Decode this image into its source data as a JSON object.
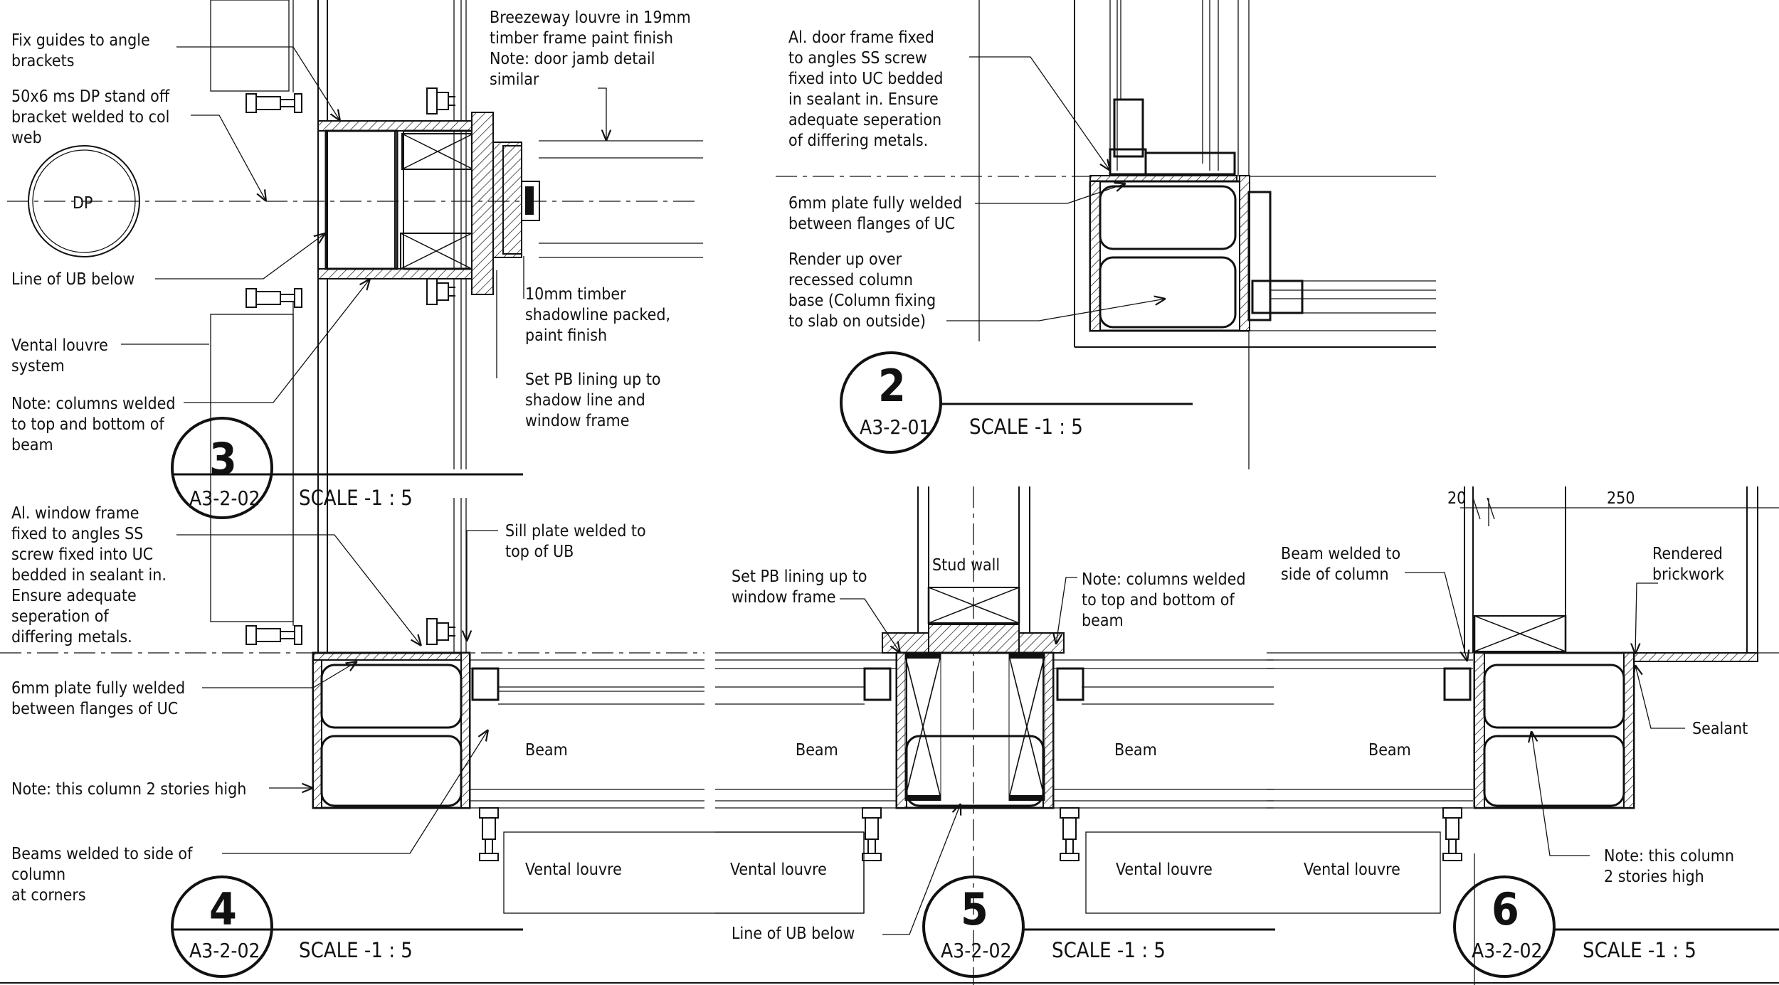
{
  "details": [
    {
      "id": "detail-3",
      "number": "3",
      "ref": "A3-2-02",
      "scale": "SCALE -1 : 5"
    },
    {
      "id": "detail-2",
      "number": "2",
      "ref": "A3-2-01",
      "scale": "SCALE -1 : 5"
    },
    {
      "id": "detail-4",
      "number": "4",
      "ref": "A3-2-02",
      "scale": "SCALE -1 : 5"
    },
    {
      "id": "detail-5",
      "number": "5",
      "ref": "A3-2-02",
      "scale": "SCALE -1 : 5"
    },
    {
      "id": "detail-6",
      "number": "6",
      "ref": "A3-2-02",
      "scale": "SCALE -1 : 5"
    }
  ],
  "notes": {
    "fix_guides": [
      "Fix guides to angle",
      "brackets"
    ],
    "standoff_bracket": [
      "50x6 ms DP stand off",
      "bracket welded to col",
      "web"
    ],
    "dp": "DP",
    "line_ub_below": "Line of UB below",
    "vental_system": [
      "Vental louvre",
      "system"
    ],
    "columns_welded_3": [
      "Note: columns welded",
      "to top and bottom of",
      "beam"
    ],
    "breezeway": [
      "Breezeway louvre in 19mm",
      "timber frame paint finish",
      "Note: door jamb detail",
      "similar"
    ],
    "timber_shadowline": [
      "10mm timber",
      "shadowline packed,",
      "paint finish"
    ],
    "pb_lining_3": [
      "Set PB lining up to",
      "shadow line and",
      "window frame"
    ],
    "door_frame": [
      "Al. door frame fixed",
      "to angles SS screw",
      "fixed into UC bedded",
      "in sealant in. Ensure",
      "adequate seperation",
      "of differing metals."
    ],
    "plate_welded_2": [
      "6mm plate fully welded",
      "between flanges of UC"
    ],
    "render_up": [
      "Render up over",
      "recessed column",
      "base (Column fixing",
      "to slab on outside)"
    ],
    "window_frame_4": [
      "Al. window frame",
      "fixed to angles SS",
      "screw fixed into UC",
      "bedded in sealant in.",
      "Ensure adequate",
      "seperation of",
      "differing metals."
    ],
    "sill_plate": [
      "Sill plate welded to",
      "top of UB"
    ],
    "plate_welded_4": [
      "6mm plate fully welded",
      "between flanges of UC"
    ],
    "column_2_stories": "Note: this column 2 stories high",
    "beams_welded_corners": [
      "Beams welded to side of",
      "column",
      "at corners"
    ],
    "beam": "Beam",
    "vental_louvre": "Vental louvre",
    "stud_wall": "Stud wall",
    "pb_lining_5": [
      "Set PB lining up to",
      "window frame"
    ],
    "columns_welded_5": [
      "Note: columns welded",
      "to top and bottom of",
      "beam"
    ],
    "line_ub_below_5": "Line of UB below",
    "beam_welded_side": [
      "Beam welded to",
      "side of column"
    ],
    "rendered_brickwork": [
      "Rendered",
      "brickwork"
    ],
    "sealant": "Sealant",
    "column_2_stories_6": [
      "Note: this column",
      "2 stories high"
    ],
    "dim_20": "20",
    "dim_250": "250"
  }
}
